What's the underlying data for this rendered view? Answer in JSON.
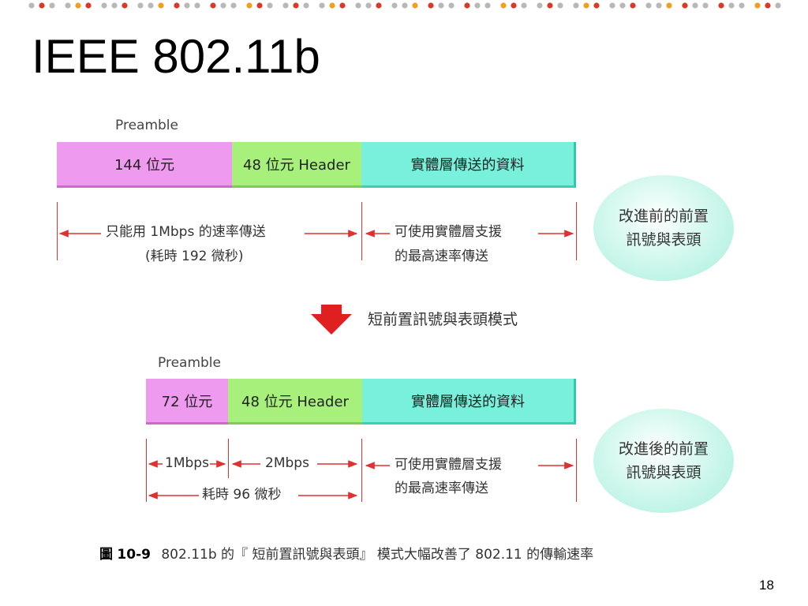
{
  "title": "IEEE 802.11b",
  "top": {
    "preamble_label": "Preamble",
    "seg1": "144 位元",
    "seg2": "48 位元 Header",
    "seg3": "實體層傳送的資料",
    "left_line1": "只能用 1Mbps 的速率傳送",
    "left_line2": "(耗時 192 微秒)",
    "right_line1": "可使用實體層支援",
    "right_line2": "的最高速率傳送",
    "oval_line1": "改進前的前置",
    "oval_line2": "訊號與表頭"
  },
  "mode_label": "短前置訊號與表頭模式",
  "bottom": {
    "preamble_label": "Preamble",
    "seg1": "72 位元",
    "seg2": "48 位元 Header",
    "seg3": "實體層傳送的資料",
    "label_1mbps": "1Mbps",
    "label_2mbps": "2Mbps",
    "label_time": "耗時 96 微秒",
    "right_line1": "可使用實體層支援",
    "right_line2": "的最高速率傳送",
    "oval_line1": "改進後的前置",
    "oval_line2": "訊號與表頭"
  },
  "caption": {
    "fig_icon": "圖",
    "fig_no": "10-9",
    "text": "802.11b 的『 短前置訊號與表頭』 模式大幅改善了 802.11 的傳輸速率"
  },
  "page_number": "18",
  "colors": {
    "dot_red": "#d83a2a",
    "dot_orange": "#f0a020",
    "dot_gray": "#b8b8b8",
    "arrow_red": "#e02020"
  }
}
